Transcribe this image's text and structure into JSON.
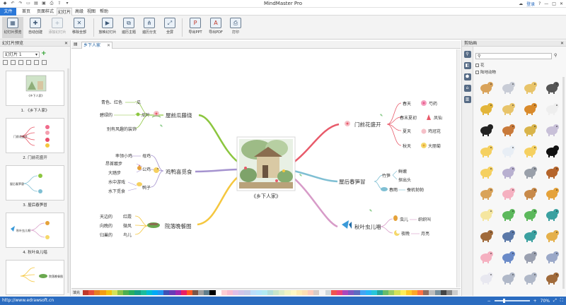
{
  "app": {
    "title": "MindMaster Pro",
    "login_label": "登录"
  },
  "tabs": [
    {
      "label": "文件"
    },
    {
      "label": "首页"
    },
    {
      "label": "页面样式"
    },
    {
      "label": "幻灯片"
    },
    {
      "label": "高级"
    },
    {
      "label": "视图"
    },
    {
      "label": "帮助"
    }
  ],
  "ribbon": [
    {
      "label": "幻灯片预览",
      "icon": "slide-preview-icon"
    },
    {
      "label": "自动创建",
      "icon": "auto-create-icon"
    },
    {
      "label": "添加幻灯片",
      "icon": "add-slide-icon"
    },
    {
      "label": "移除全部",
      "icon": "remove-all-icon"
    },
    {
      "label": "放映幻灯片",
      "icon": "play-slide-icon"
    },
    {
      "label": "遍历主题",
      "icon": "traverse-topic-icon"
    },
    {
      "label": "遍历分支",
      "icon": "traverse-branch-icon"
    },
    {
      "label": "全屏",
      "icon": "fullscreen-icon"
    },
    {
      "label": "导出PPT",
      "icon": "export-ppt-icon"
    },
    {
      "label": "导出PDF",
      "icon": "export-pdf-icon"
    },
    {
      "label": "打印",
      "icon": "print-icon"
    }
  ],
  "left_panel": {
    "title": "幻灯片预览",
    "selector": "幻灯片 1",
    "slides": [
      {
        "label": "1. 《乡下人家》"
      },
      {
        "label": "2. 门前花盛开"
      },
      {
        "label": "3. 屋后春笋冒"
      },
      {
        "label": "4. 秋叶虫儿唱"
      }
    ],
    "thumb_texts": [
      "《乡下人家》",
      "门前花盛开",
      "屋后春笋冒",
      "秋叶虫儿唱",
      "院落晚餐图"
    ]
  },
  "document": {
    "tab": "乡下人家"
  },
  "mindmap": {
    "central": "《乡下人家》",
    "branches": [
      {
        "label": "屋前瓜藤绕",
        "color": "#8cc63f",
        "subs": [
          {
            "label": "瓜",
            "leaves": [
              {
                "label": "青色、红色"
              }
            ]
          },
          {
            "label": "瓜叶",
            "leaves": [
              {
                "label": "碧绿的"
              }
            ]
          },
          {
            "label": "别有风趣的装饰",
            "leaves": []
          }
        ]
      },
      {
        "label": "鸡鸭喜觅食",
        "color": "#a593cf",
        "subs": [
          {
            "label": "母鸡",
            "leaves": [
              {
                "label": "率领小鸡"
              }
            ]
          },
          {
            "label": "公鸡",
            "leaves": [
              {
                "label": "昂首踱步"
              },
              {
                "label": "大踏步"
              }
            ]
          },
          {
            "label": "鸭子",
            "leaves": [
              {
                "label": "水中游戏"
              },
              {
                "label": "水下觅食"
              }
            ]
          }
        ]
      },
      {
        "label": "院落晚餐图",
        "color": "#f5c73f",
        "subs": [
          {
            "label": "红霞",
            "leaves": [
              {
                "label": "天边的"
              }
            ]
          },
          {
            "label": "微风",
            "leaves": [
              {
                "label": "向晚的"
              }
            ]
          },
          {
            "label": "鸟儿",
            "leaves": [
              {
                "label": "归巢的"
              }
            ]
          }
        ]
      },
      {
        "label": "门前花盛开",
        "color": "#e85a6a",
        "subs": [
          {
            "label": "春天",
            "leaves": [
              {
                "label": "芍药"
              }
            ]
          },
          {
            "label": "春末夏初",
            "leaves": [
              {
                "label": "凤仙"
              }
            ]
          },
          {
            "label": "夏天",
            "leaves": [
              {
                "label": "鸡冠花"
              }
            ]
          },
          {
            "label": "秋天",
            "leaves": [
              {
                "label": "大丽菊"
              }
            ]
          }
        ]
      },
      {
        "label": "屋后春笋冒",
        "color": "#7fbfd3",
        "subs": [
          {
            "label": "竹笋",
            "leaves": [
              {
                "label": "鲜嫩"
              },
              {
                "label": "探出头"
              }
            ]
          },
          {
            "label": "春雨",
            "leaves": [
              {
                "label": "蚕机勃勃"
              }
            ]
          }
        ]
      },
      {
        "label": "秋叶虫儿唱",
        "color": "#d79bc8",
        "subs": [
          {
            "label": "虫儿",
            "leaves": [
              {
                "label": "织织叫"
              }
            ]
          },
          {
            "label": "夜晚",
            "leaves": [
              {
                "label": "月亮"
              }
            ]
          }
        ]
      }
    ]
  },
  "right_panel": {
    "title": "剪贴画",
    "category": "花",
    "subcategory": "陆地动物",
    "icons": [
      "search-icon",
      "shapes-icon",
      "pentagon-icon",
      "house-icon",
      "clipboard-icon"
    ],
    "clipart": [
      "dog",
      "rabbit",
      "cat",
      "goat",
      "giraffe",
      "cat",
      "rooster",
      "sheep",
      "cow",
      "squirrel",
      "turtle",
      "mouse",
      "chick",
      "dove",
      "duck",
      "panda",
      "chicks",
      "hippo",
      "koala",
      "horse",
      "camel",
      "pig",
      "deer",
      "snail",
      "swan",
      "frog",
      "frog",
      "lizard",
      "rhino",
      "bat",
      "lizard",
      "leopard",
      "pig",
      "whale",
      "seal",
      "dolphin",
      "ghost",
      "elephant",
      "elephant",
      "rhino"
    ]
  },
  "palette": {
    "label": "填充"
  },
  "status": {
    "url": "http://www.edrawsoft.cn",
    "zoom": "70%"
  }
}
